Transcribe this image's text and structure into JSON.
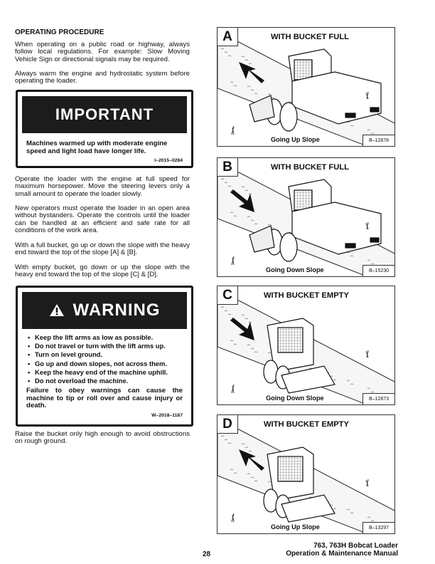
{
  "heading": "OPERATING PROCEDURE",
  "paragraphs": [
    "When operating on a public road or highway, always follow local regulations. For example: Slow Moving Vehicle Sign or directional signals may be required.",
    "Always warm the engine and hydrostatic system before operating the loader.",
    "Operate the loader with the engine at full speed for maximum horsepower. Move the steering levers only a small amount to operate the loader slowly.",
    "New operators must operate the loader in an open area without bystanders. Operate the controls until the loader can be handled at an efficient and safe rate for all conditions of the work area.",
    "With a full bucket, go up or down the slope with the heavy end toward the top of the slope [A] & [B].",
    "With empty bucket, go down or up the slope with the heavy end toward the top of the slope [C] & [D].",
    "Raise the bucket only high enough to avoid obstructions on rough ground."
  ],
  "important": {
    "title": "IMPORTANT",
    "text": "Machines warmed up with moderate engine speed and light load have longer life.",
    "code": "I–2015–0284"
  },
  "warning": {
    "title": "WARNING",
    "icon": "warning-triangle-icon",
    "bullets": [
      "Keep the lift arms as low as possible.",
      "Do not travel or turn with the lift arms up.",
      "Turn on level ground.",
      "Go up and down slopes, not across them.",
      "Keep the heavy end of the machine uphill.",
      "Do not overload the machine."
    ],
    "text": "Failure to obey warnings can cause the machine to tip or roll over and cause injury or death.",
    "code": "W–2018–1187"
  },
  "panels": [
    {
      "letter": "A",
      "title": "WITH BUCKET FULL",
      "caption": "Going Up Slope",
      "fig": "B–12878",
      "arrow": "up"
    },
    {
      "letter": "B",
      "title": "WITH BUCKET FULL",
      "caption": "Going Down Slope",
      "fig": "B–15230",
      "arrow": "down"
    },
    {
      "letter": "C",
      "title": "WITH BUCKET EMPTY",
      "caption": "Going Down Slope",
      "fig": "B–12873",
      "arrow": "down"
    },
    {
      "letter": "D",
      "title": "WITH BUCKET EMPTY",
      "caption": "Going Up Slope",
      "fig": "B–13297",
      "arrow": "up"
    }
  ],
  "footer": {
    "page_number": "28",
    "line1": "763, 763H Bobcat Loader",
    "line2": "Operation & Maintenance Manual"
  }
}
